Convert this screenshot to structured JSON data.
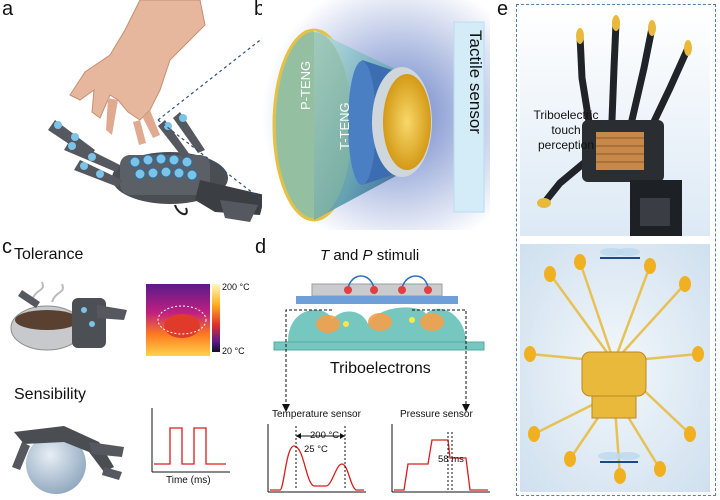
{
  "panels": {
    "a": "a",
    "b": "b",
    "c": "c",
    "d": "d",
    "e": "e"
  },
  "panel_b": {
    "p_teng": "P-TENG",
    "t_teng": "T-TENG",
    "tactile_sensor": "Tactile sensor"
  },
  "panel_c": {
    "tolerance": "Tolerance",
    "sensibility": "Sensibility",
    "colorbar_max": "200 °C",
    "colorbar_min": "20 °C",
    "time_axis": "Time (ms)"
  },
  "panel_d": {
    "stimuli_italic_t": "T",
    "stimuli_and": " and ",
    "stimuli_italic_p": "P",
    "stimuli_rest": " stimuli",
    "triboelectrons": "Triboelectrons",
    "temperature_sensor": "Temperature sensor",
    "pressure_sensor": "Pressure sensor",
    "temp_high": "200 °C",
    "temp_low": "25 °C",
    "pressure_time": "58 ms"
  },
  "panel_e": {
    "caption_line1": "Triboelectric",
    "caption_line2": "touch",
    "caption_line3": "perception"
  },
  "colors": {
    "accent_red": "#d81e1e",
    "plate_blue": "#6f9fd8",
    "teal_domes": "#76c7c0",
    "gold": "#e8b93a",
    "dashed_border": "#5a7fa8"
  }
}
